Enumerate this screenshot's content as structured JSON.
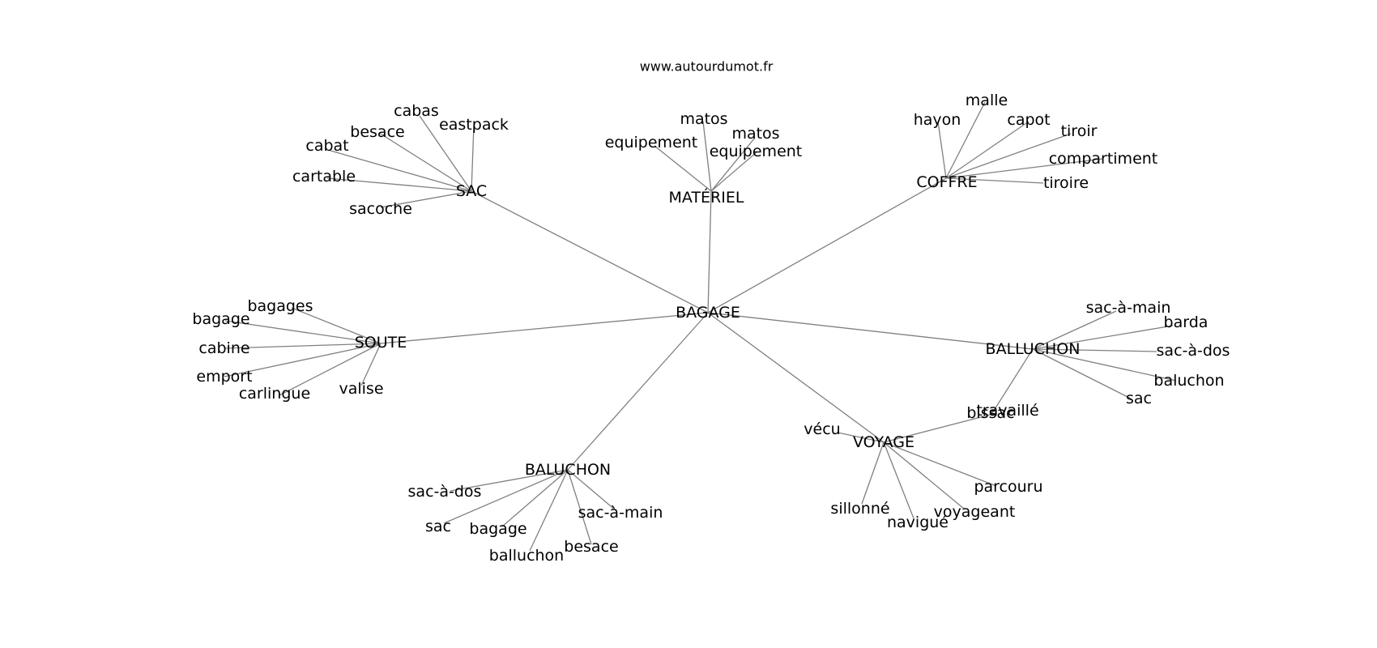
{
  "source": "www.autourdumot.fr",
  "colors": {
    "edge": "#808080",
    "text": "#000000",
    "background": "#ffffff"
  },
  "graph": {
    "center": "BAGAGE",
    "hubs": [
      {
        "label": "SAC",
        "words": [
          "cabas",
          "eastpack",
          "besace",
          "cabat",
          "cartable",
          "sacoche"
        ]
      },
      {
        "label": "MATÉRIEL",
        "words": [
          "matos",
          "equipement",
          "matos",
          "equipement"
        ]
      },
      {
        "label": "COFFRE",
        "words": [
          "malle",
          "hayon",
          "capot",
          "tiroir",
          "compartiment",
          "tiroire"
        ]
      },
      {
        "label": "SOUTE",
        "words": [
          "bagages",
          "bagage",
          "cabine",
          "emport",
          "carlingue",
          "valise"
        ]
      },
      {
        "label": "BALLUCHON",
        "words": [
          "sac-à-main",
          "barda",
          "sac-à-dos",
          "baluchon",
          "sac",
          "bissac"
        ]
      },
      {
        "label": "VOYAGE",
        "words": [
          "travaillé",
          "vécu",
          "parcouru",
          "sillonné",
          "voyageant",
          "navigué"
        ]
      },
      {
        "label": "BALUCHON",
        "words": [
          "sac-à-dos",
          "sac-à-main",
          "sac",
          "bagage",
          "besace",
          "balluchon"
        ]
      }
    ]
  }
}
